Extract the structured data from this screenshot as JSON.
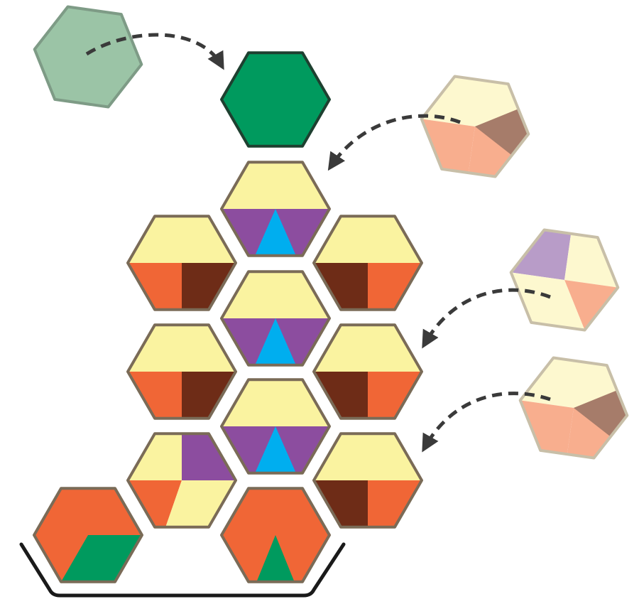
{
  "palette": {
    "cream": "#faf3a0",
    "orange": "#f06636",
    "dark_brown": "#6e2c17",
    "purple": "#8c4d9f",
    "cyan": "#00aeef",
    "green": "#009a5e",
    "hex_outline": "#7a6b57",
    "green_outline": "#1e4030",
    "arrow": "#3a3a3a",
    "tray": "#1a1a1a"
  },
  "ghost_palette": {
    "cream": "#fdf8cf",
    "salmon": "#f8ae8e",
    "taupe": "#a67c6a",
    "lavender": "#b89cc8",
    "green": "#9bc4a6",
    "outline": "#c8bfa8",
    "green_outline": "#7e9b86"
  },
  "tiles": [
    {
      "name": "tile-green-top",
      "pattern": "solid-green"
    },
    {
      "name": "tile-center-1",
      "pattern": "cream-purple-cyan"
    },
    {
      "name": "tile-left-1",
      "pattern": "cream-orange-brown-right"
    },
    {
      "name": "tile-right-1",
      "pattern": "cream-orange-brown-left"
    },
    {
      "name": "tile-center-2",
      "pattern": "cream-purple-cyan"
    },
    {
      "name": "tile-left-2",
      "pattern": "cream-orange-brown-right"
    },
    {
      "name": "tile-right-2",
      "pattern": "cream-orange-brown-left"
    },
    {
      "name": "tile-center-3",
      "pattern": "cream-purple-cyan"
    },
    {
      "name": "tile-left-3",
      "pattern": "cream-purple-orange-mixed"
    },
    {
      "name": "tile-right-3",
      "pattern": "cream-orange-brown-left"
    },
    {
      "name": "tile-bottom-left",
      "pattern": "orange-green-bottom"
    },
    {
      "name": "tile-bottom-center",
      "pattern": "orange-green-triangle"
    }
  ],
  "ghost_tiles": [
    {
      "name": "ghost-tile-green",
      "pattern": "solid-green"
    },
    {
      "name": "ghost-tile-salmon-1",
      "pattern": "cream-salmon-taupe"
    },
    {
      "name": "ghost-tile-lavender",
      "pattern": "lavender-cream-salmon"
    },
    {
      "name": "ghost-tile-salmon-2",
      "pattern": "cream-salmon-taupe"
    }
  ],
  "arrows": [
    {
      "name": "arrow-green-to-top"
    },
    {
      "name": "arrow-salmon-to-center"
    },
    {
      "name": "arrow-lavender-to-right-2"
    },
    {
      "name": "arrow-salmon-to-right-3"
    }
  ]
}
